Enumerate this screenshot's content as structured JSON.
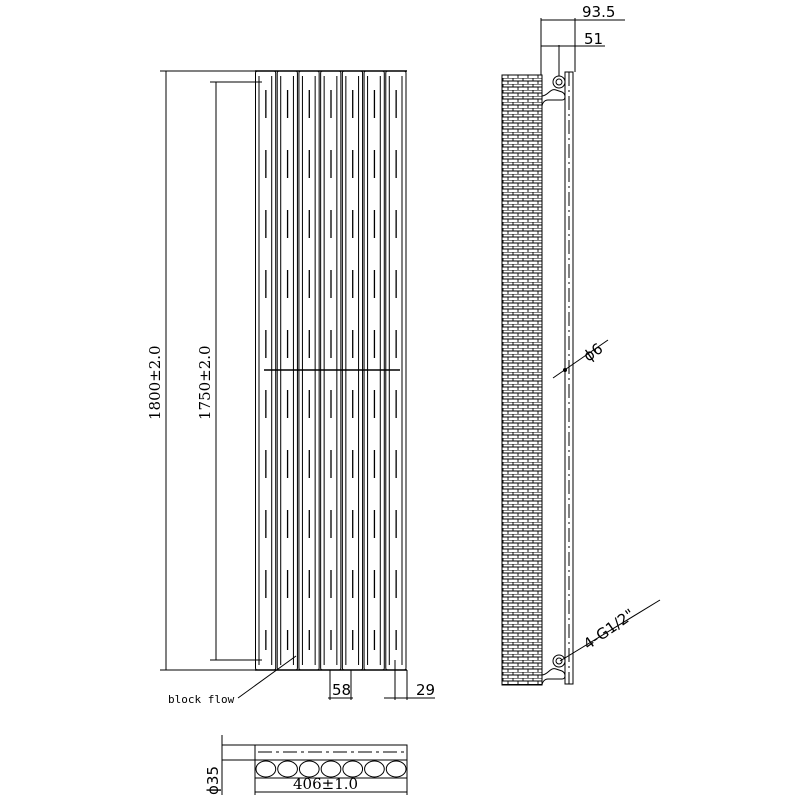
{
  "dimensions": {
    "overall_height": "1800±2.0",
    "centres_height": "1750±2.0",
    "overall_width": "406±1.0",
    "depth_total": "93.5",
    "depth_to_centre": "51",
    "tube_pitch": "58",
    "end_offset": "29",
    "tube_diameter": "ϕ35",
    "bracket_rod": "ϕ6",
    "connections": "4-G1/2\""
  },
  "labels": {
    "block_flow": "block flow"
  },
  "tube_count": 7,
  "colors": {
    "line": "#000000",
    "background": "#ffffff"
  }
}
